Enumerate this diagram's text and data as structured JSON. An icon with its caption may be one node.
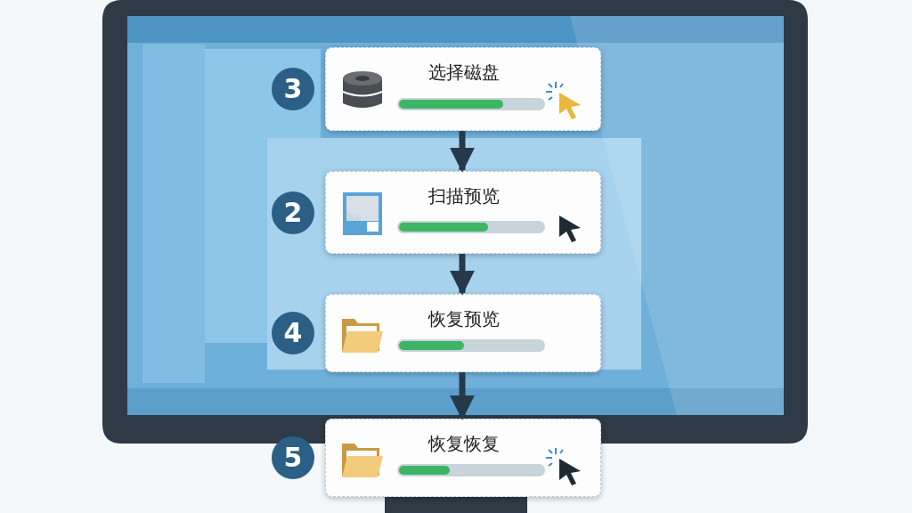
{
  "diagram": {
    "nodes": [
      {
        "text": [
          "选择磁盘"
        ],
        "beside": [
          "3"
        ]
      },
      {
        "text": [
          "扫描预览"
        ],
        "beside": [
          "2"
        ]
      },
      {
        "text": [
          "恢复预览"
        ],
        "beside": [
          "4"
        ]
      },
      {
        "text": [
          "恢复恢复"
        ],
        "beside": [
          "5"
        ]
      }
    ],
    "edges": [
      {
        "from": 0,
        "to": 1,
        "arrow": "to"
      },
      {
        "from": 1,
        "to": 2,
        "arrow": "to"
      },
      {
        "from": 2,
        "to": 3,
        "arrow": "to"
      }
    ]
  }
}
